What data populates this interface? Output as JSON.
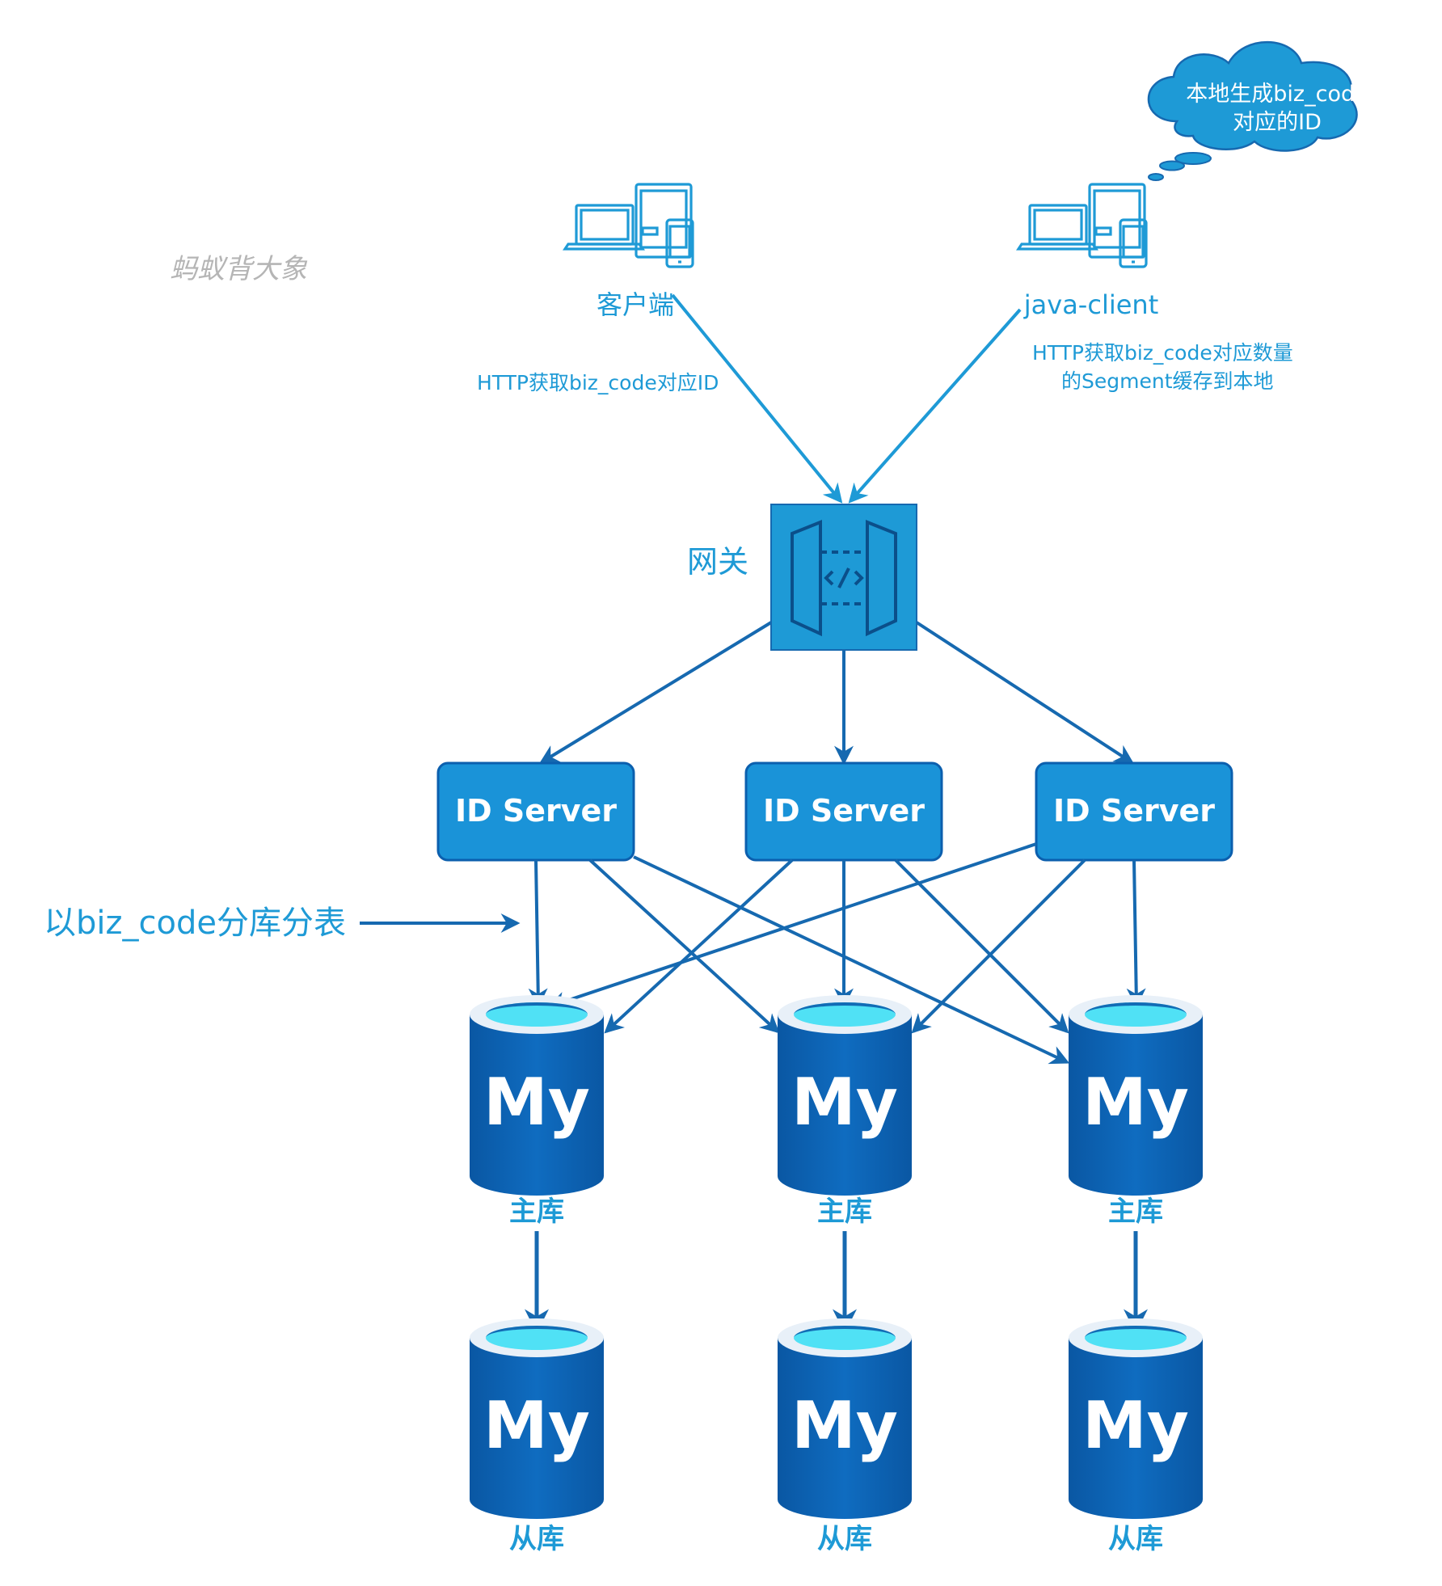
{
  "watermark": "蚂蚁背大象",
  "clients": {
    "left": "客户端",
    "right": "java-client"
  },
  "edge_labels": {
    "left": "HTTP获取biz_code对应ID",
    "right_line1": "HTTP获取biz_code对应数量",
    "right_line2": "的Segment缓存到本地"
  },
  "cloud": {
    "line1": "本地生成biz_code",
    "line2": "对应的ID"
  },
  "gateway": "网关",
  "servers": [
    "ID Server",
    "ID Server",
    "ID Server"
  ],
  "sharding_note": "以biz_code分库分表",
  "db_icon_text": "My",
  "primary_label": "主库",
  "replica_label": "从库",
  "colors": {
    "accent": "#1e9ad6",
    "server_fill": "#1a93d8",
    "db_blue": "#0b5fae",
    "db_top": "#50e1f5",
    "arrow": "#1669b0"
  }
}
